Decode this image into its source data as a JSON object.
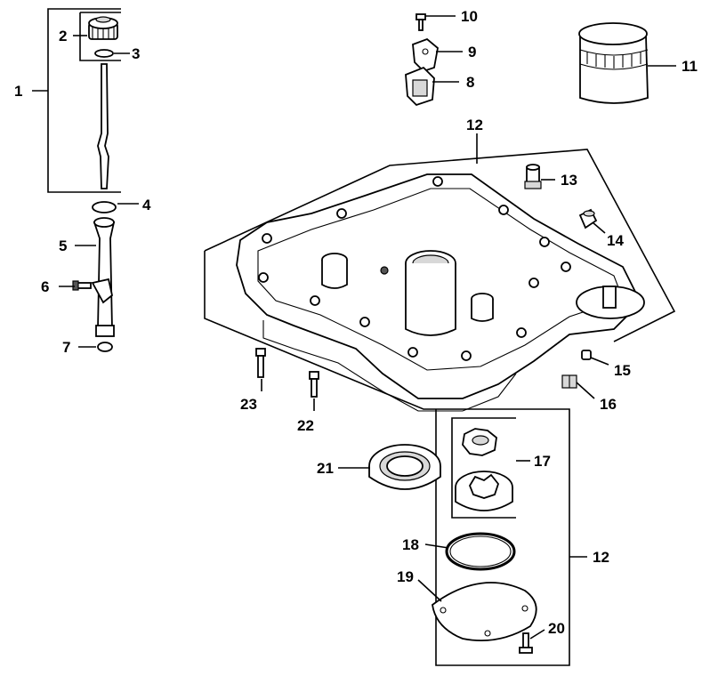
{
  "callouts": {
    "c1": "1",
    "c2": "2",
    "c3": "3",
    "c4": "4",
    "c5": "5",
    "c6": "6",
    "c7": "7",
    "c8": "8",
    "c9": "9",
    "c10": "10",
    "c11": "11",
    "c12a": "12",
    "c12b": "12",
    "c13": "13",
    "c14": "14",
    "c15": "15",
    "c16": "16",
    "c17": "17",
    "c18": "18",
    "c19": "19",
    "c20": "20",
    "c21": "21",
    "c22": "22",
    "c23": "23"
  }
}
